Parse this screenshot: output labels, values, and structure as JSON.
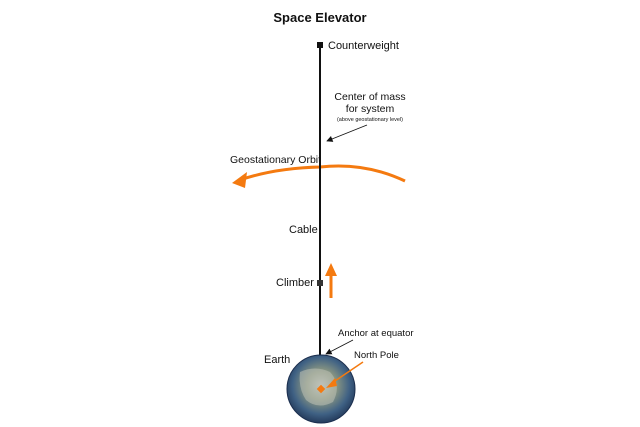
{
  "title": "Space Elevator",
  "labels": {
    "counterweight": "Counterweight",
    "center_of_mass_line1": "Center of mass",
    "center_of_mass_line2": "for system",
    "center_of_mass_note": "(above geostationary level)",
    "geo_orbit": "Geostationary Orbit",
    "cable": "Cable",
    "climber": "Climber",
    "anchor": "Anchor at equator",
    "earth": "Earth",
    "north_pole": "North Pole"
  },
  "colors": {
    "arrow_orange": "#f47a10",
    "cable": "#111111",
    "earth_ocean": "#2a4f7c",
    "earth_land": "#8f9a82"
  }
}
